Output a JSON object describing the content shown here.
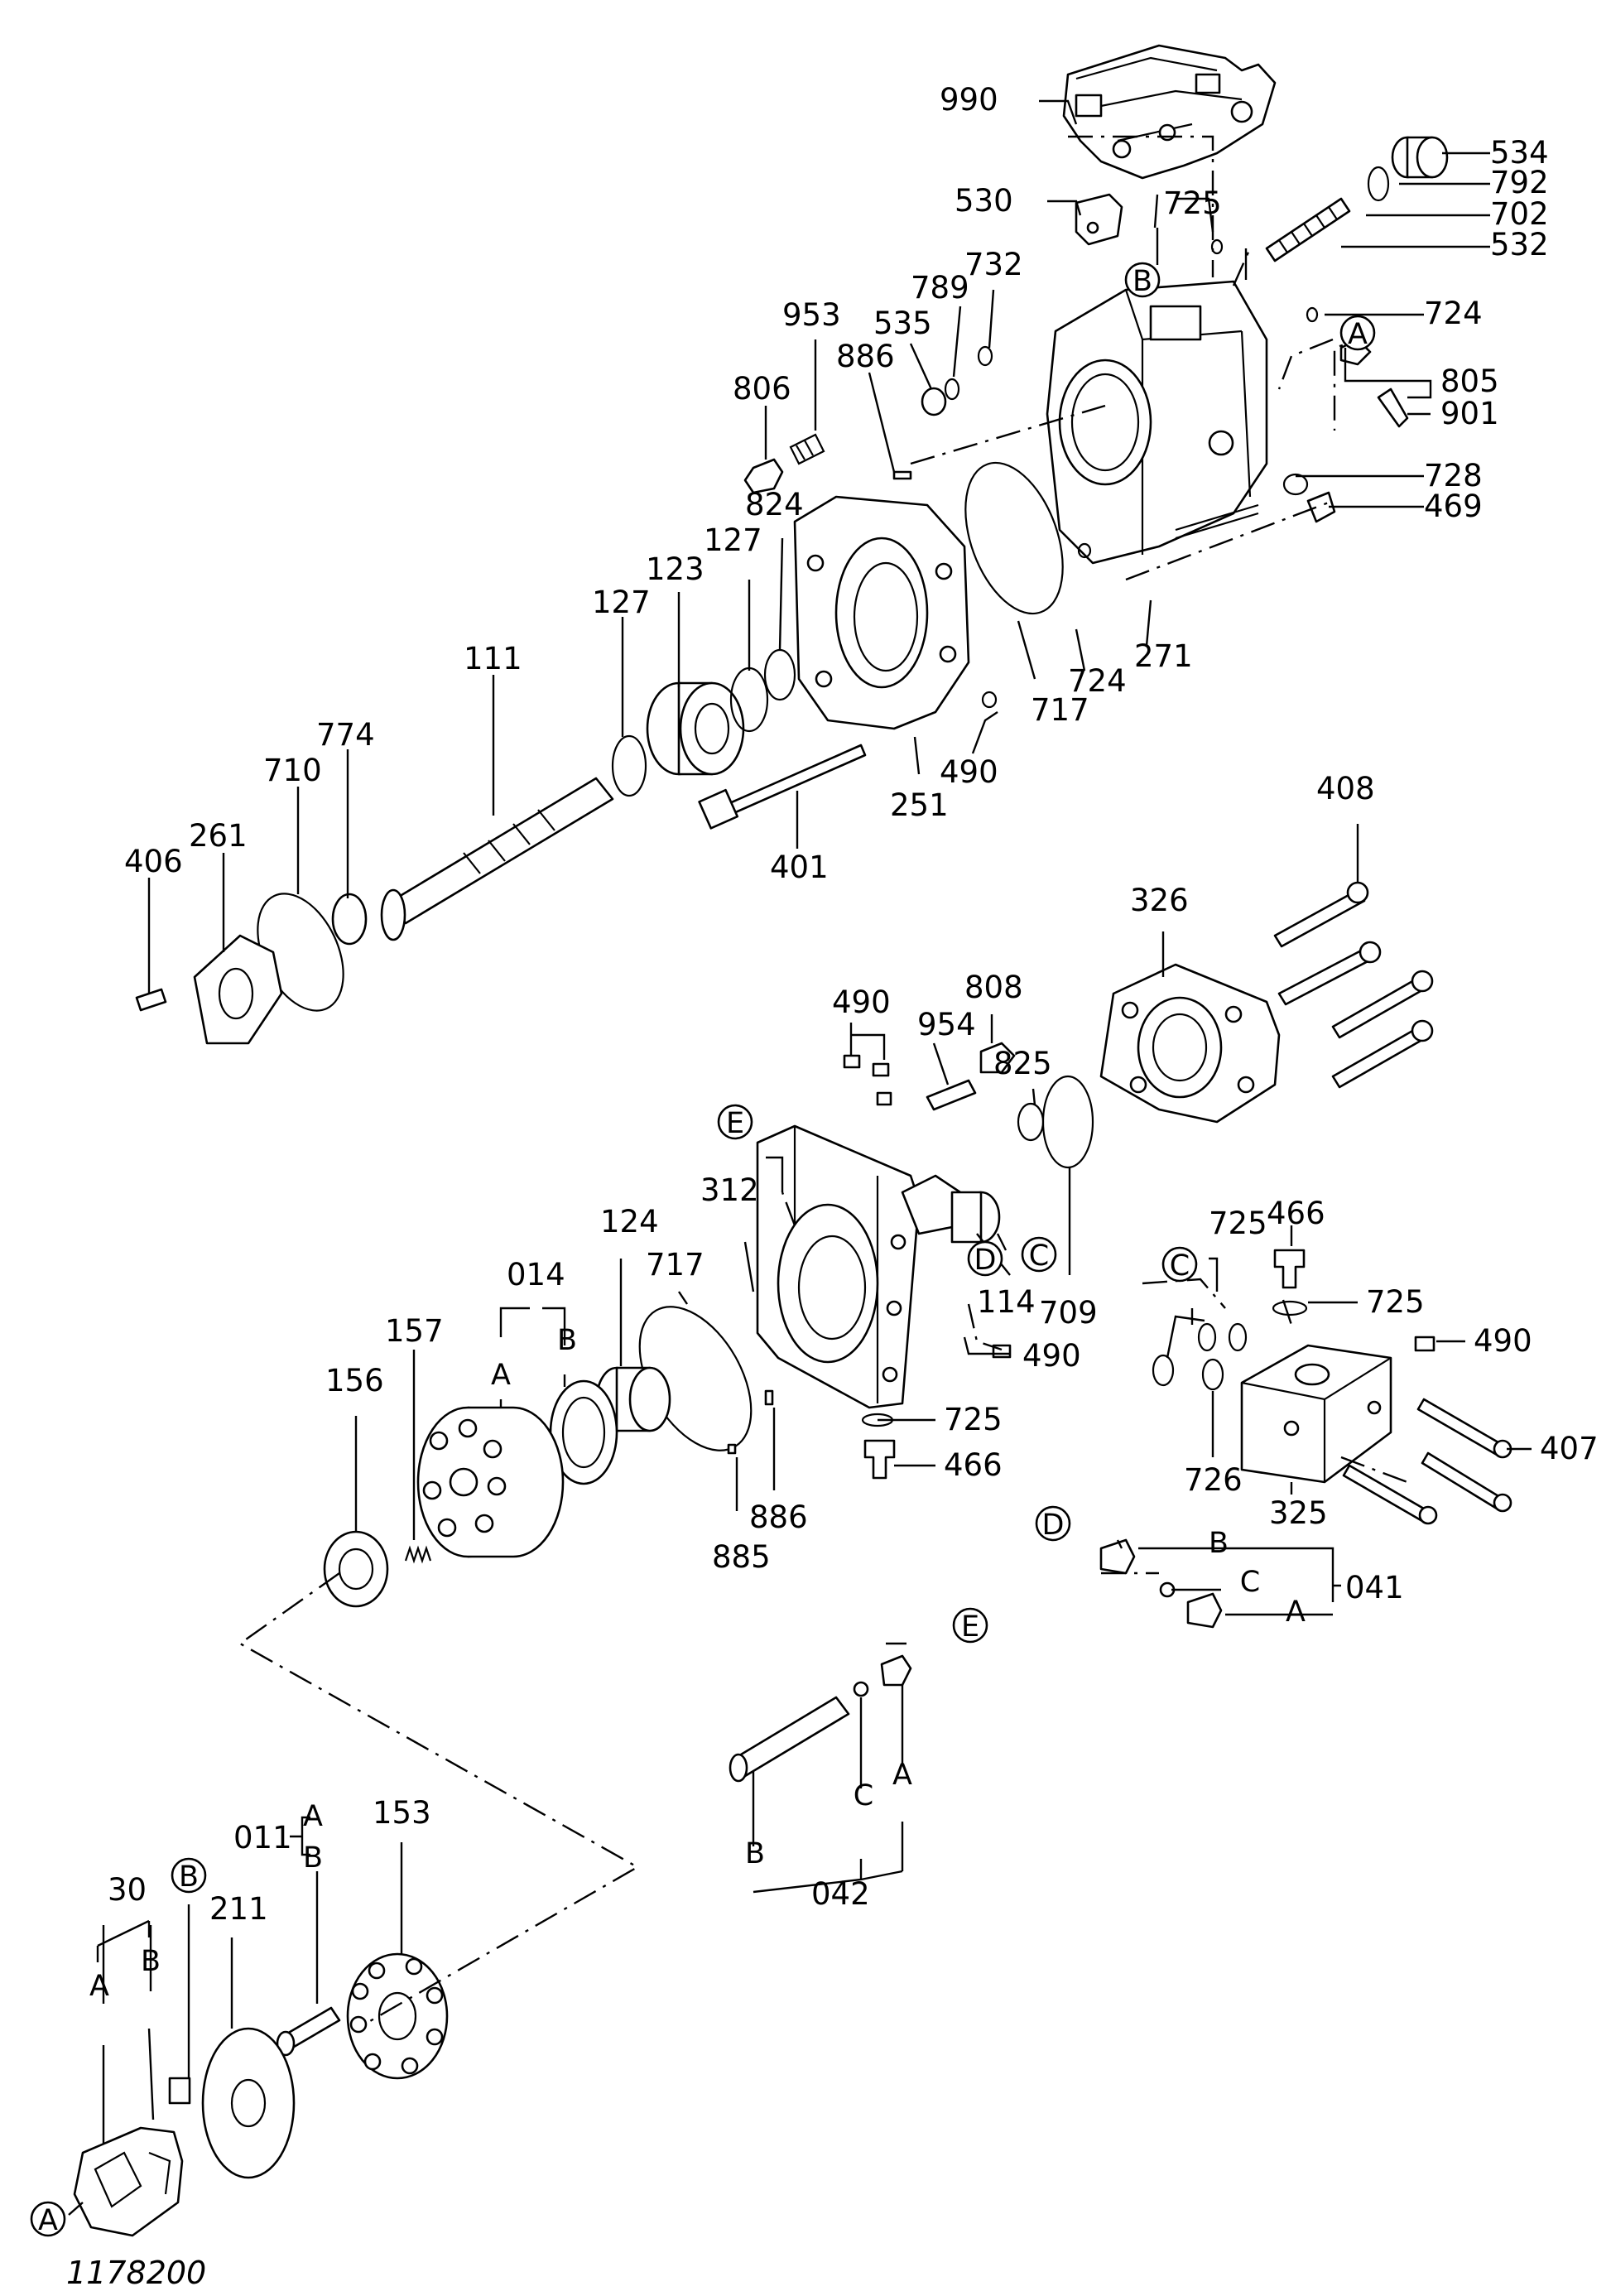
{
  "figure_number": "1178200",
  "callouts": {
    "c990": "990",
    "c534": "534",
    "c792": "792",
    "c702": "702",
    "c532": "532",
    "c530": "530",
    "c725a": "725",
    "c732": "732",
    "c789": "789",
    "c535": "535",
    "c953": "953",
    "c724a": "724",
    "c886a": "886",
    "c806": "806",
    "c805": "805",
    "c901": "901",
    "c728": "728",
    "c469": "469",
    "c824": "824",
    "c127a": "127",
    "c123": "123",
    "c127b": "127",
    "c111": "111",
    "c717a": "717",
    "c724b": "724",
    "c271": "271",
    "c490a": "490",
    "c251": "251",
    "c401": "401",
    "c774": "774",
    "c710": "710",
    "c261": "261",
    "c406": "406",
    "c408": "408",
    "c326": "326",
    "c490b": "490",
    "c808": "808",
    "c954": "954",
    "c825": "825",
    "c312": "312",
    "c124": "124",
    "c717b": "717",
    "c014": "014",
    "c114": "114",
    "c709": "709",
    "c725b": "725",
    "c466a": "466",
    "c725c": "725",
    "c490c": "490",
    "c157": "157",
    "c156": "156",
    "c490d": "490",
    "c725d": "725",
    "c466b": "466",
    "c886b": "886",
    "c885": "885",
    "c726": "726",
    "c325": "325",
    "c407": "407",
    "c041": "041",
    "c042": "042",
    "c011": "011",
    "c153": "153",
    "c30": "30",
    "c211": "211"
  },
  "letters": {
    "A": "A",
    "B": "B",
    "C": "C",
    "D": "D",
    "E": "E"
  }
}
